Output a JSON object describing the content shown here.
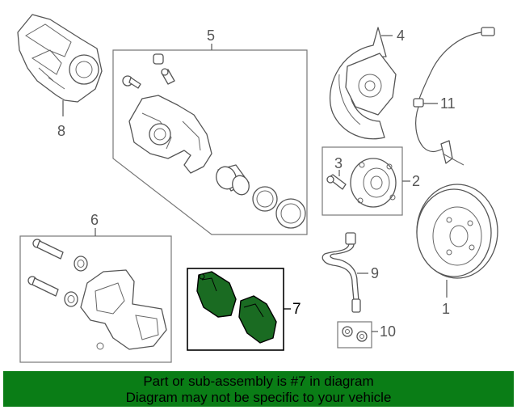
{
  "callouts": {
    "c1": "1",
    "c2": "2",
    "c3": "3",
    "c4": "4",
    "c5": "5",
    "c6": "6",
    "c7": "7",
    "c8": "8",
    "c9": "9",
    "c10": "10",
    "c11": "11"
  },
  "highlight_part": "7",
  "colors": {
    "highlight_fill": "#1a6b22",
    "banner_background": "#0a7d16",
    "line": "#555555"
  },
  "banner": {
    "line1": "Part or sub-assembly is #7 in diagram",
    "line2": "Diagram may not be specific to your vehicle"
  }
}
